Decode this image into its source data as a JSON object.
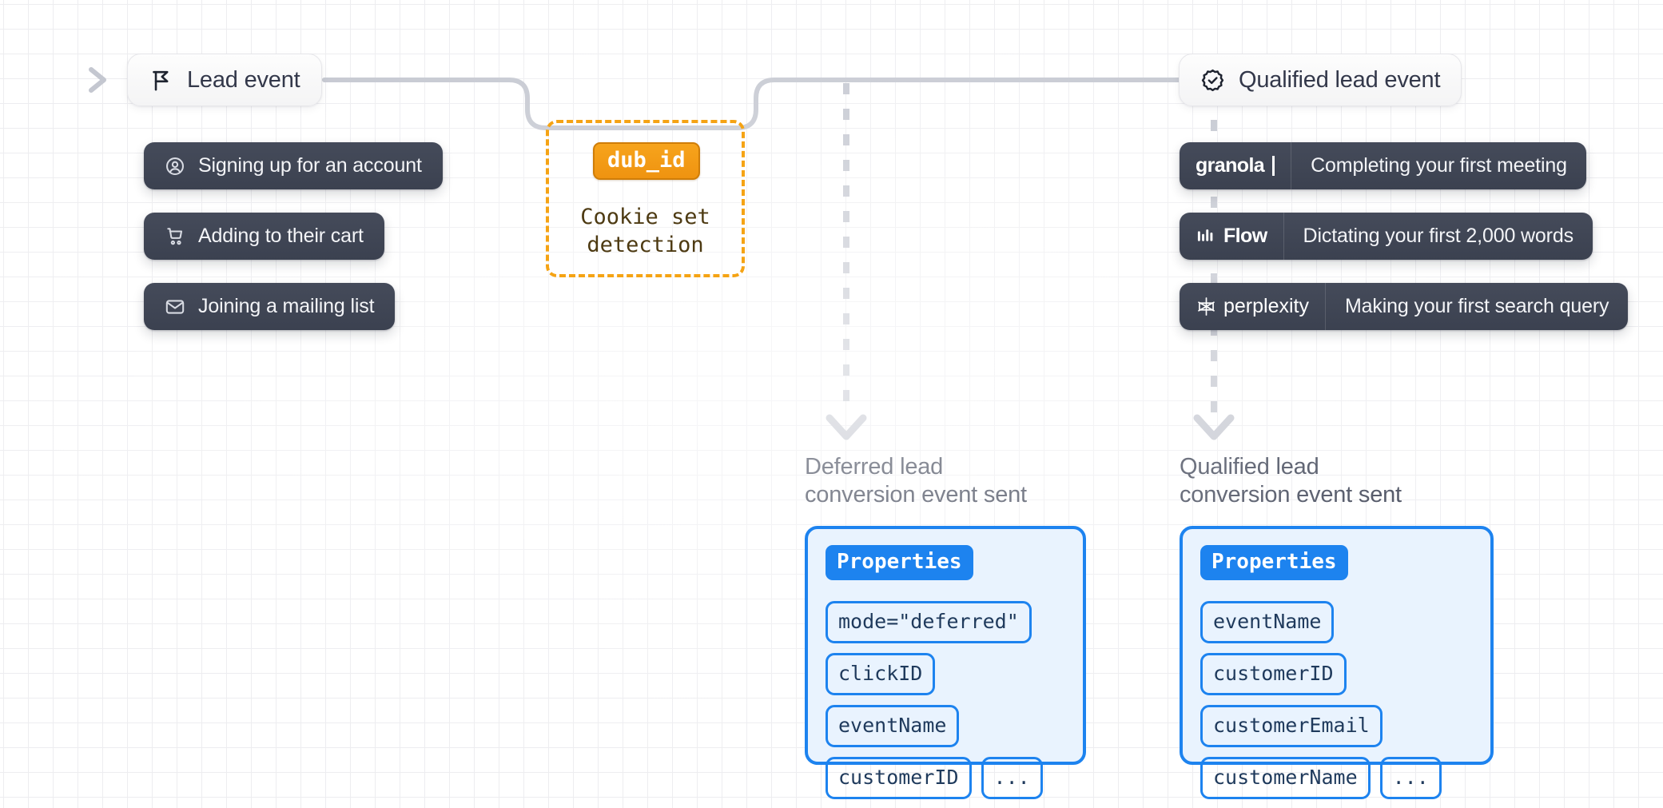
{
  "diagram": {
    "title": "Dub lead event tracking flow",
    "colors": {
      "dark_node": "#3f4553",
      "accent_orange": "#f5a314",
      "accent_blue": "#1d83ef",
      "panel_blue_bg": "#e9f3fe",
      "edge_gray": "#c4c7d0",
      "text_dark": "#33384a",
      "grid": "#ededf0"
    },
    "lead_event": {
      "label": "Lead event",
      "icon": "flag-icon"
    },
    "lead_examples": [
      {
        "label": "Signing up for an account",
        "icon": "user-circle-icon"
      },
      {
        "label": "Adding to their cart",
        "icon": "shopping-cart-icon"
      },
      {
        "label": "Joining a mailing list",
        "icon": "envelope-icon"
      }
    ],
    "cookie_group": {
      "badge": "dub_id",
      "caption": "Cookie set\ndetection"
    },
    "qualified_event": {
      "label": "Qualified lead event",
      "icon": "verified-badge-check-icon"
    },
    "qualified_examples": [
      {
        "brand": "granola",
        "brand_icon": "text-caret-icon",
        "label": "Completing your first meeting"
      },
      {
        "brand": "Flow",
        "brand_icon": "bar-chart-icon",
        "label": "Dictating your first 2,000 words"
      },
      {
        "brand": "perplexity",
        "brand_icon": "asterisk-star-icon",
        "label": "Making your first search query"
      }
    ],
    "outcomes": [
      {
        "caption": "Deferred lead\nconversion event sent",
        "panel_title": "Properties",
        "rows": [
          [
            "mode=\"deferred\""
          ],
          [
            "clickID",
            "eventName"
          ],
          [
            "customerID",
            "..."
          ]
        ]
      },
      {
        "caption": "Qualified lead\nconversion event sent",
        "panel_title": "Properties",
        "rows": [
          [
            "eventName",
            "customerID"
          ],
          [
            "customerEmail"
          ],
          [
            "customerName",
            "..."
          ]
        ]
      }
    ]
  }
}
